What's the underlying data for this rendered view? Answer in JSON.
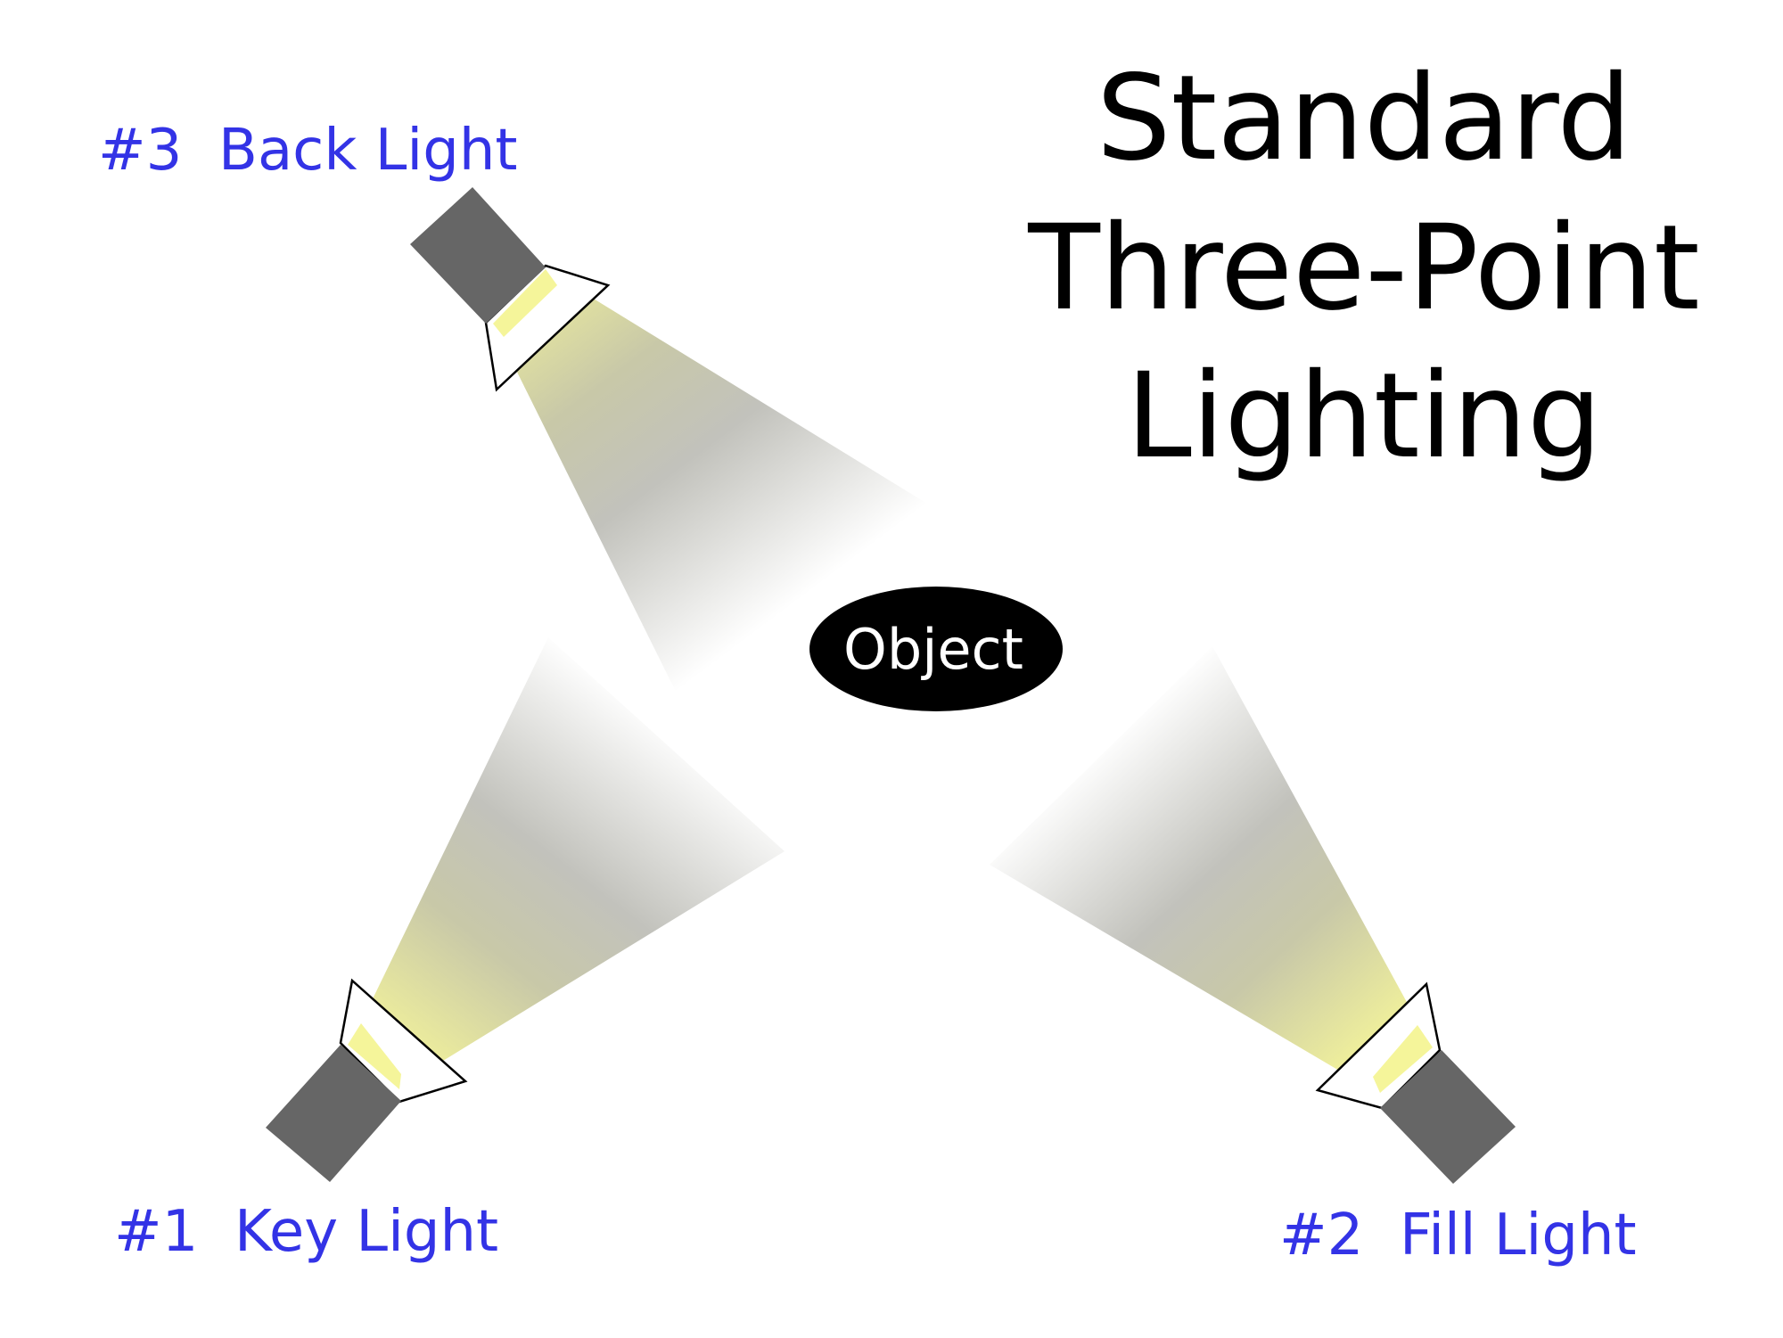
{
  "title": {
    "lines": [
      "Standard",
      "Three-Point",
      "Lighting"
    ]
  },
  "object": {
    "label": "Object"
  },
  "lights": {
    "key": {
      "label": "#1  Key Light"
    },
    "fill": {
      "label": "#2  Fill Light"
    },
    "back": {
      "label": "#3  Back Light"
    }
  },
  "colors": {
    "label_color": "#3333e6",
    "lamp_body": "#666666",
    "beam_bright": "#f5f59a",
    "beam_mid": "#c0c0aa",
    "object_fill": "#000000",
    "object_text": "#ffffff",
    "title_text": "#000000"
  }
}
